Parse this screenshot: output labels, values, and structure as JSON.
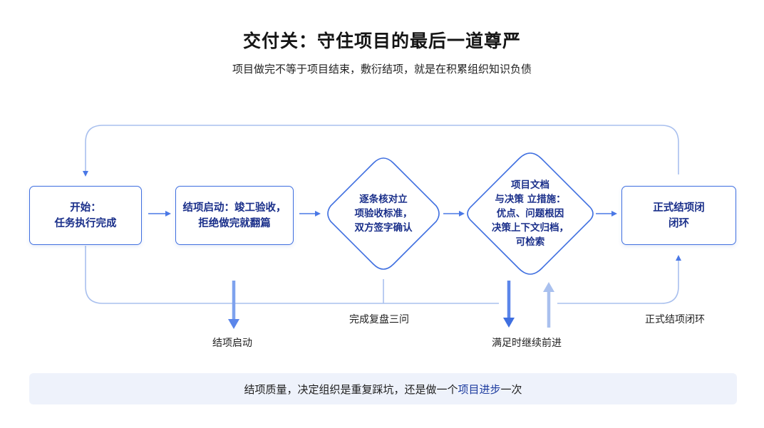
{
  "header": {
    "title": "交付关：守住项目的最后一道尊严",
    "subtitle": "项目做完不等于项目结束，敷衍结项，就是在积累组织知识负债"
  },
  "nodes": {
    "start": {
      "line1": "开始：",
      "line2": "任务执行完成"
    },
    "kickoff": {
      "line1": "结项启动：竣工验收，",
      "line2": "拒绝做完就翻篇"
    },
    "verify": {
      "line1": "逐条核对立",
      "line2": "项验收标准，",
      "line3": "双方签字确认"
    },
    "archive": {
      "line1": "项目文档",
      "line2": "与决策 立措施：",
      "line3": "优点、问题根因",
      "line4": "决策上下文归档，",
      "line5": "可检索"
    },
    "close": {
      "line1": "正式结项闭",
      "line2": "闭环"
    }
  },
  "labels": {
    "kickoff_label": "结项启动",
    "review_label": "完成复盘三问",
    "continue_label": "满足时继续前进",
    "close_label": "正式结项闭环"
  },
  "footer": {
    "before": "结项质量，决定组织是重复踩坑，还是做一个",
    "highlight": "项目进步",
    "after": "一次"
  }
}
